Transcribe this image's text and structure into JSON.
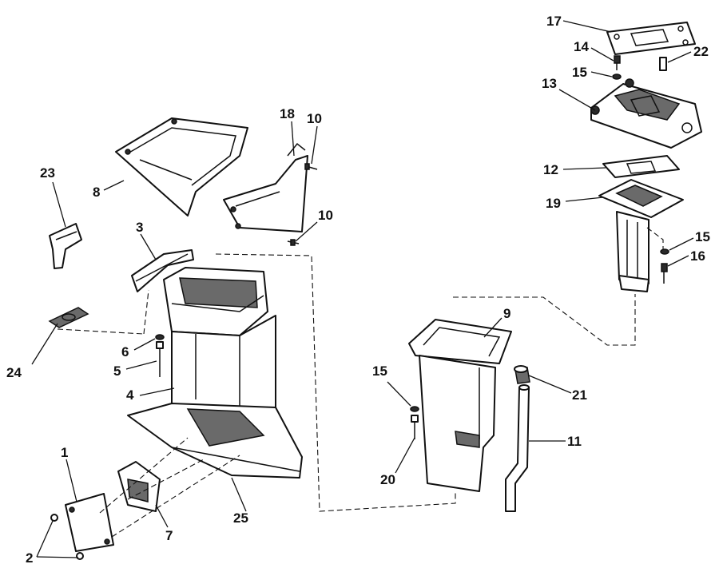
{
  "callouts": {
    "c1": "1",
    "c2": "2",
    "c3": "3",
    "c4": "4",
    "c5": "5",
    "c6": "6",
    "c7": "7",
    "c8": "8",
    "c9": "9",
    "c10a": "10",
    "c10b": "10",
    "c11": "11",
    "c12": "12",
    "c13": "13",
    "c14": "14",
    "c15a": "15",
    "c15b": "15",
    "c15c": "15",
    "c16": "16",
    "c17": "17",
    "c18": "18",
    "c19": "19",
    "c20": "20",
    "c21": "21",
    "c22": "22",
    "c23": "23",
    "c24": "24",
    "c25": "25"
  }
}
